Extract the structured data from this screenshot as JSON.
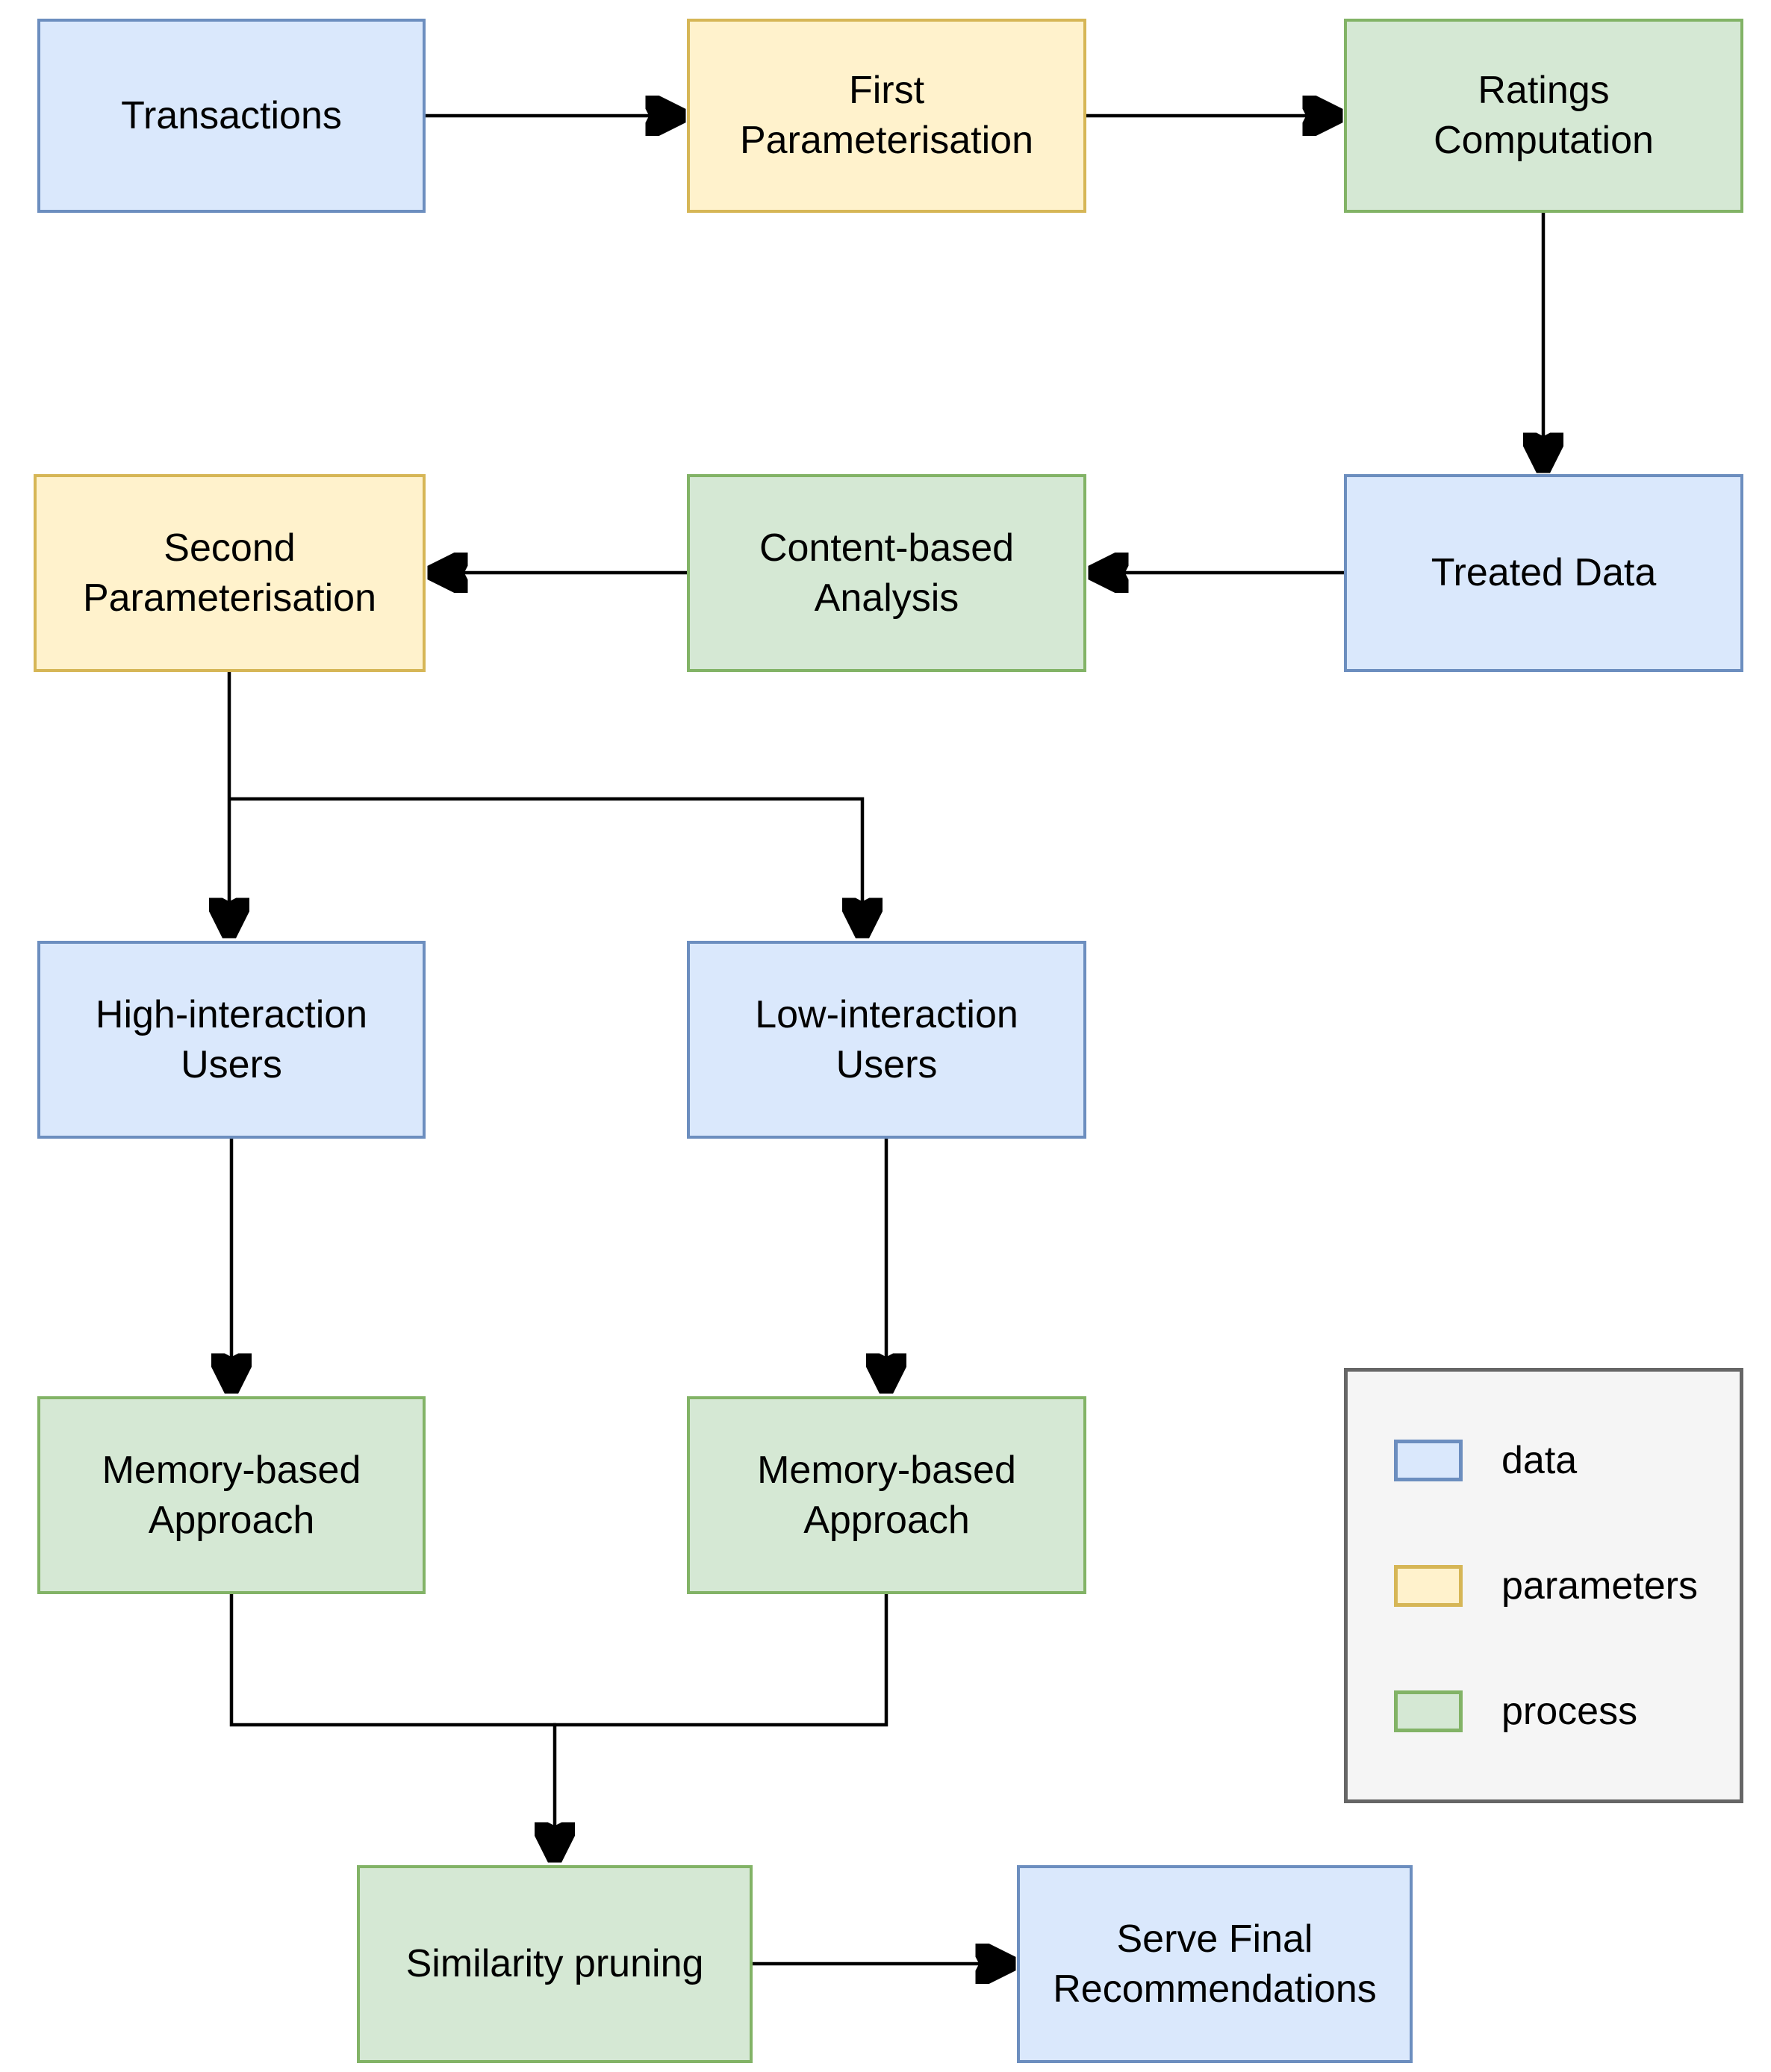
{
  "palette": {
    "background": "#ffffff",
    "connector": "#000000",
    "text": "#000000",
    "data_fill": "#dae8fc",
    "data_stroke": "#6c8ebf",
    "parameters_fill": "#fff2cc",
    "parameters_stroke": "#d6b656",
    "process_fill": "#d5e8d4",
    "process_stroke": "#82b366",
    "legend_fill": "#f5f5f5",
    "legend_stroke": "#666666"
  },
  "nodes": {
    "transactions": {
      "label": "Transactions",
      "type": "data"
    },
    "first_parameterisation": {
      "label": "First\nParameterisation",
      "type": "parameters"
    },
    "ratings_computation": {
      "label": "Ratings\nComputation",
      "type": "process"
    },
    "second_parameterisation": {
      "label": "Second\nParameterisation",
      "type": "parameters"
    },
    "content_based_analysis": {
      "label": "Content-based\nAnalysis",
      "type": "process"
    },
    "treated_data": {
      "label": "Treated Data",
      "type": "data"
    },
    "high_interaction_users": {
      "label": "High-interaction\nUsers",
      "type": "data"
    },
    "low_interaction_users": {
      "label": "Low-interaction\nUsers",
      "type": "data"
    },
    "memory_based_high": {
      "label": "Memory-based\nApproach",
      "type": "process"
    },
    "memory_based_low": {
      "label": "Memory-based\nApproach",
      "type": "process"
    },
    "similarity_pruning": {
      "label": "Similarity pruning",
      "type": "process"
    },
    "serve_final_recommendations": {
      "label": "Serve Final\nRecommendations",
      "type": "data"
    }
  },
  "edges": [
    {
      "from": "Transactions",
      "to": "First Parameterisation"
    },
    {
      "from": "First Parameterisation",
      "to": "Ratings Computation"
    },
    {
      "from": "Ratings Computation",
      "to": "Treated Data"
    },
    {
      "from": "Treated Data",
      "to": "Content-based Analysis"
    },
    {
      "from": "Content-based Analysis",
      "to": "Second Parameterisation"
    },
    {
      "from": "Second Parameterisation",
      "to": "High-interaction Users"
    },
    {
      "from": "Second Parameterisation",
      "to": "Low-interaction Users"
    },
    {
      "from": "High-interaction Users",
      "to": "Memory-based Approach"
    },
    {
      "from": "Low-interaction Users",
      "to": "Memory-based Approach"
    },
    {
      "from": "Memory-based Approach (high)",
      "to": "Similarity pruning"
    },
    {
      "from": "Memory-based Approach (low)",
      "to": "Similarity pruning"
    },
    {
      "from": "Similarity pruning",
      "to": "Serve Final Recommendations"
    }
  ],
  "legend": {
    "items": [
      {
        "label": "data",
        "fill": "#dae8fc",
        "stroke": "#6c8ebf"
      },
      {
        "label": "parameters",
        "fill": "#fff2cc",
        "stroke": "#d6b656"
      },
      {
        "label": "process",
        "fill": "#d5e8d4",
        "stroke": "#82b366"
      }
    ]
  }
}
